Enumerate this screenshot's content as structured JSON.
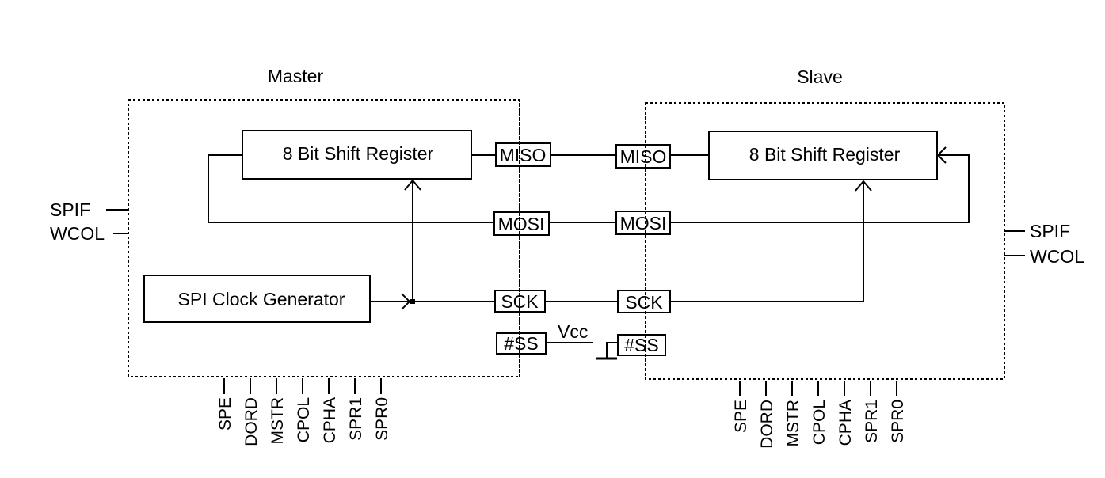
{
  "master": {
    "title": "Master",
    "shift_register": "8 Bit Shift Register",
    "clock_generator": "SPI Clock Generator",
    "pins": {
      "miso": "MISO",
      "mosi": "MOSI",
      "sck": "SCK",
      "ss": "#SS"
    },
    "vcc": "Vcc",
    "flags": [
      "SPIF",
      "WCOL"
    ],
    "control_bits": [
      "SPE",
      "DORD",
      "MSTR",
      "CPOL",
      "CPHA",
      "SPR1",
      "SPR0"
    ]
  },
  "slave": {
    "title": "Slave",
    "shift_register": "8 Bit Shift Register",
    "pins": {
      "miso": "MISO",
      "mosi": "MOSI",
      "sck": "SCK",
      "ss": "#SS"
    },
    "flags": [
      "SPIF",
      "WCOL"
    ],
    "control_bits": [
      "SPE",
      "DORD",
      "MSTR",
      "CPOL",
      "CPHA",
      "SPR1",
      "SPR0"
    ]
  }
}
